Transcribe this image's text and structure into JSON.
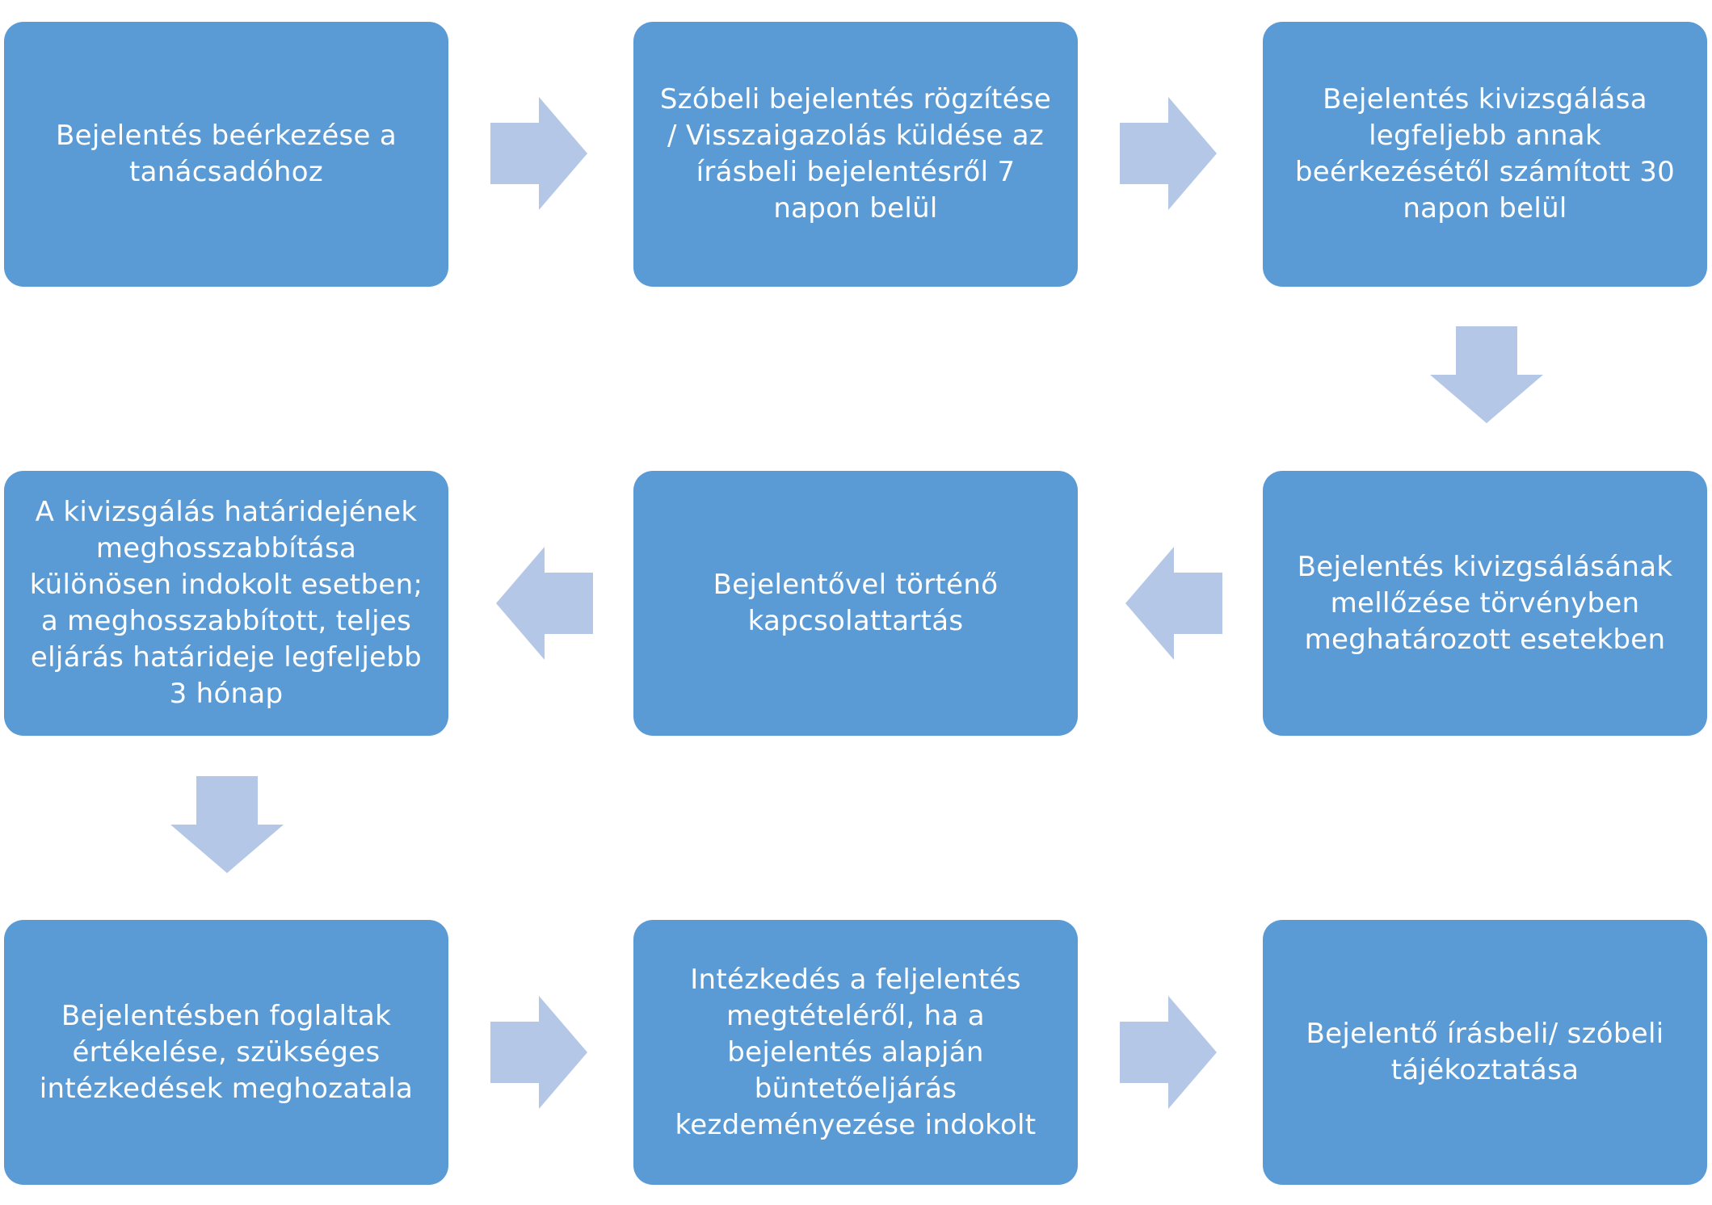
{
  "diagram": {
    "boxes": [
      {
        "id": "receipt",
        "text": "Bejelentés beérkezése a tanácsadóhoz"
      },
      {
        "id": "oral-record",
        "text": "Szóbeli bejelentés rögzítése / Visszaigazolás küldése az írásbeli bejelentésről 7 napon belül"
      },
      {
        "id": "investigation",
        "text": "Bejelentés kivizsgálása legfeljebb annak beérkezésétől számított 30 napon belül"
      },
      {
        "id": "skip-investigation",
        "text": "Bejelentés kivizgsálásának mellőzése törvényben meghatározott esetekben"
      },
      {
        "id": "contact",
        "text": "Bejelentővel történő kapcsolattartás"
      },
      {
        "id": "extension",
        "text": "A kivizsgálás határidejének meghosszabbítása különösen indokolt esetben; a meghosszabbított, teljes eljárás határideje legfeljebb 3 hónap"
      },
      {
        "id": "evaluation",
        "text": "Bejelentésben foglaltak értékelése, szükséges intézkedések meghozatala"
      },
      {
        "id": "criminal-report",
        "text": "Intézkedés a feljelentés megtételéről, ha a bejelentés alapján büntetőeljárás kezdeményezése indokolt"
      },
      {
        "id": "notify",
        "text": "Bejelentő írásbeli/ szóbeli tájékoztatása"
      }
    ],
    "arrows": [
      {
        "direction": "right",
        "from": "receipt",
        "to": "oral-record"
      },
      {
        "direction": "right",
        "from": "oral-record",
        "to": "investigation"
      },
      {
        "direction": "down",
        "from": "investigation",
        "to": "skip-investigation"
      },
      {
        "direction": "left",
        "from": "skip-investigation",
        "to": "contact"
      },
      {
        "direction": "left",
        "from": "contact",
        "to": "extension"
      },
      {
        "direction": "down",
        "from": "extension",
        "to": "evaluation"
      },
      {
        "direction": "right",
        "from": "evaluation",
        "to": "criminal-report"
      },
      {
        "direction": "right",
        "from": "criminal-report",
        "to": "notify"
      }
    ],
    "colors": {
      "box_fill": "#5b9bd5",
      "box_text": "#ffffff",
      "arrow_fill": "#b4c7e7",
      "background": "#ffffff"
    }
  }
}
